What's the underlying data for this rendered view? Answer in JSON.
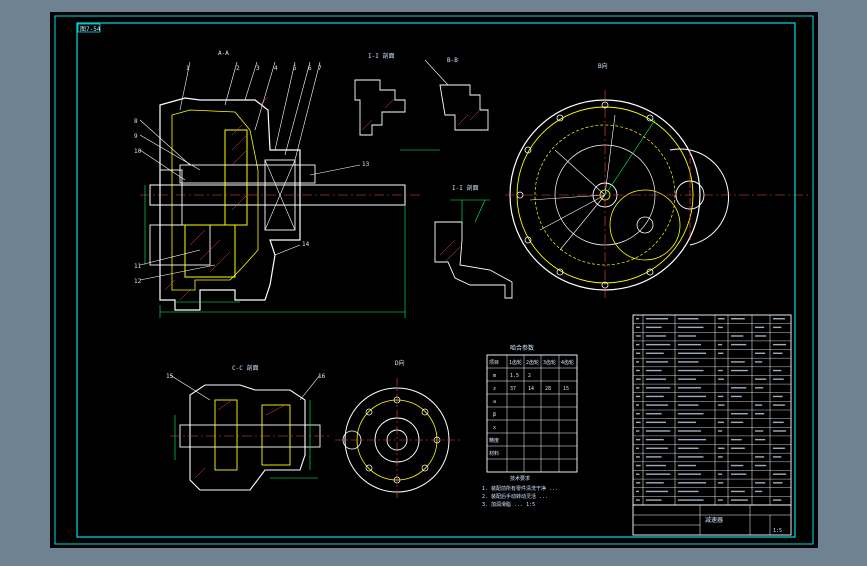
{
  "colors": {
    "background": "#6f8291",
    "paper": "#000000",
    "frame": "#00e0e0",
    "part": "#ffffff",
    "accent": "#ffff00",
    "dim": "#00ff66",
    "hidden": "#ff4444",
    "text": "#cfe8ff"
  },
  "drawing": {
    "corner_tag": "图7-54",
    "view_labels": {
      "main": "A-A",
      "section_1": "I-I 剖面",
      "section_2": "B-B",
      "section_3": "I-I 剖面",
      "side": "B向",
      "lower_left": "C-C 剖面",
      "lower_mid": "D向"
    },
    "balloon_numbers": [
      "1",
      "2",
      "3",
      "4",
      "5",
      "6",
      "7",
      "8",
      "9",
      "10",
      "11",
      "12",
      "13",
      "14",
      "15",
      "16"
    ],
    "gear_table": {
      "title": "啮合参数",
      "header": [
        "项目",
        "1齿轮",
        "2齿轮",
        "3齿轮",
        "4齿轮"
      ],
      "rows": [
        [
          "m",
          "1.5",
          "2",
          "",
          ""
        ],
        [
          "z",
          "37",
          "14",
          "28",
          "15"
        ],
        [
          "a",
          "",
          "",
          "",
          ""
        ],
        [
          "β",
          "",
          "",
          "",
          ""
        ],
        [
          "x",
          "",
          "",
          "",
          ""
        ],
        [
          "精度",
          "",
          "",
          "",
          ""
        ],
        [
          "材料",
          "",
          "",
          "",
          ""
        ]
      ]
    },
    "tech_requirements": {
      "title": "技术要求",
      "lines": [
        "1. 装配前所有零件清洗干净 ...",
        "2. 装配后手动转动灵活 ...",
        "3. 加润滑脂 ... 1:5"
      ]
    },
    "bom_rows": 22,
    "title_block": {
      "drawing_name": "减速器",
      "scale": "1:5"
    }
  }
}
